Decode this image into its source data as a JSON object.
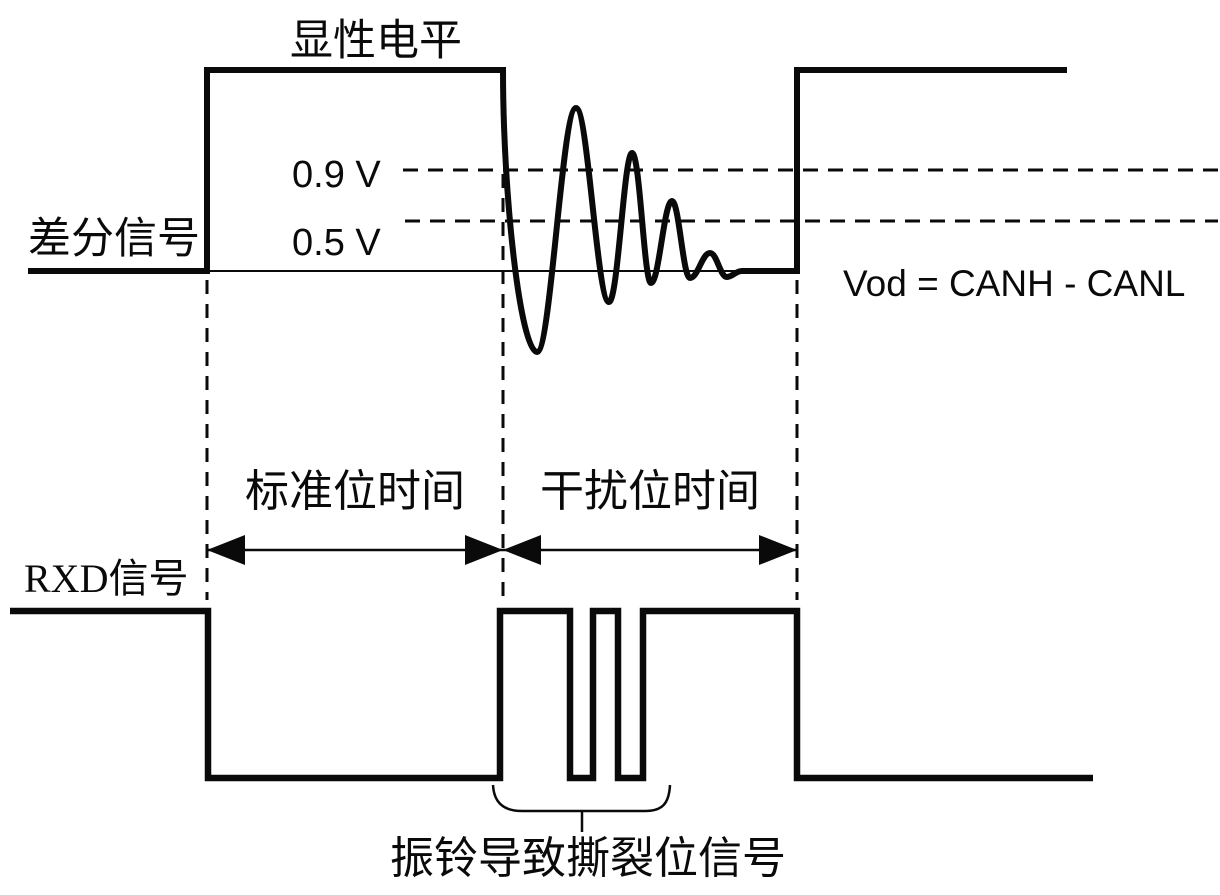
{
  "diagram": {
    "title_context": "CAN bus ringing timing diagram",
    "labels": {
      "dominant_level": "显性电平",
      "differential_signal": "差分信号",
      "threshold_high": "0.9 V",
      "threshold_low": "0.5 V",
      "vod_formula": "Vod = CANH - CANL",
      "standard_bit_time": "标准位时间",
      "disturb_bit_time": "干扰位时间",
      "rxd_signal": "RXD信号",
      "ringing_caption": "振铃导致撕裂位信号"
    },
    "levels": {
      "threshold_high_volts": "0.9",
      "threshold_low_volts": "0.5"
    },
    "colors": {
      "line": "#0a0a0a",
      "background": "#ffffff"
    }
  }
}
